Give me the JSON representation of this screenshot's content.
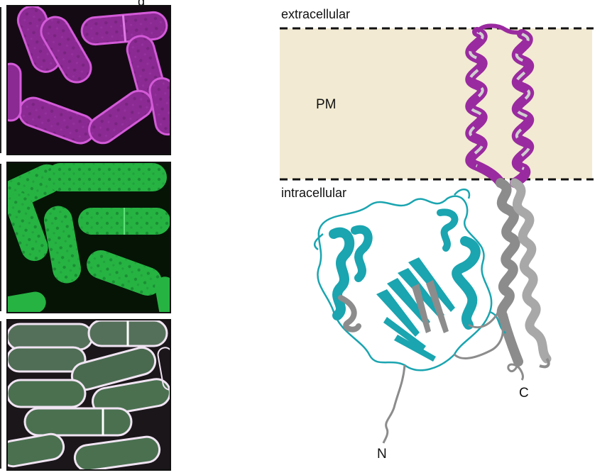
{
  "labels": {
    "top_cropped": "g",
    "extracellular": "extracellular",
    "membrane": "PM",
    "intracellular": "intracellular",
    "n_terminus": "N",
    "c_terminus": "C"
  },
  "colors": {
    "membrane_fill": "#f2ead2",
    "magenta_channel": "#c03cc8",
    "green_channel": "#2fbf4a",
    "merge_outline": "#ead8ef",
    "tm_helix": "#9a2aa0",
    "cytoplasmic_domain": "#1aa5b0",
    "coiled_coil": "#8c8c8c"
  },
  "panels": [
    {
      "id": "magenta",
      "content": "fluorescence micrograph, magenta channel"
    },
    {
      "id": "green",
      "content": "fluorescence micrograph, green channel"
    },
    {
      "id": "merge",
      "content": "fluorescence micrograph, merge"
    }
  ]
}
